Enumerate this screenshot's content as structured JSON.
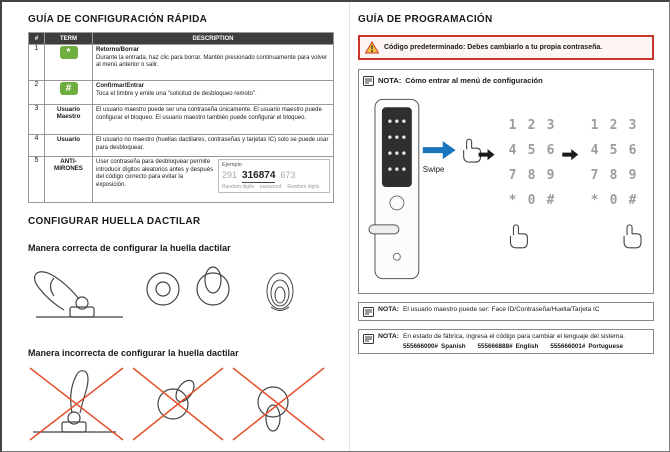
{
  "colors": {
    "key_green": "#6fae3e",
    "swipe_blue": "#1b75bc",
    "warning_red": "#c9342b",
    "incorrect_red": "#e2522e"
  },
  "left": {
    "title": "GUÍA DE CONFIGURACIÓN RÁPIDA",
    "table": {
      "headers": {
        "num": "#",
        "term": "TERM",
        "desc": "DESCRIPTION"
      },
      "rows": [
        {
          "num": "1",
          "key": "*",
          "title": "Retorno/Borrar",
          "desc": "Durante la entrada, haz clic para borrar. Mantén presionado continuamente para volver al menú anterior o salir."
        },
        {
          "num": "2",
          "key": "#",
          "title": "Confirmar/Entrar",
          "desc": "Toca el timbre y emite una \"solicitud de desbloqueo remoto\"."
        },
        {
          "num": "3",
          "term": "Usuario Maestro",
          "desc": "El usuario maestro puede ser una contraseña únicamente. El usuario maestro puede configurar el bloqueo. El usuario maestro también puede configurar el bloqueo."
        },
        {
          "num": "4",
          "term": "Usuario",
          "desc": "El usuario no maestro (huellas dactilares, contraseñas y tarjetas IC) solo se puede usar para desbloquear."
        },
        {
          "num": "5",
          "term": "ANTI-MIRONES",
          "desc": "User contraseña para desbloquear permite introducir dígitos aleatorios antes y después del código correcto para evitar la exposición.",
          "example": {
            "label": "Ejemplo",
            "prefix": "291",
            "password": "316874",
            "suffix": "673",
            "prefix_label": "Random digits",
            "password_label": "password",
            "suffix_label": "Random digits"
          }
        }
      ]
    },
    "fingerprint": {
      "section_title": "CONFIGURAR HUELLA DACTILAR",
      "correct_title": "Manera correcta de configurar la huella dactilar",
      "incorrect_title": "Manera incorrecta de configurar la huella dactilar"
    }
  },
  "right": {
    "title": "GUÍA DE PROGRAMACIÓN",
    "warning": {
      "text": "Código predeterminado: Debes cambiarlo a tu propia contraseña."
    },
    "note1": {
      "label": "NOTA:",
      "text": "Cómo entrar al menú de configuración",
      "swipe_label": "Swipe"
    },
    "keypad": {
      "keys": [
        "1",
        "2",
        "3",
        "4",
        "5",
        "6",
        "7",
        "8",
        "9",
        "*",
        "0",
        "#"
      ]
    },
    "note2": {
      "label": "NOTA:",
      "text": "El usuario maestro puede ser: Face ID/Contraseña/Huella/Tarjeta IC"
    },
    "note3": {
      "label": "NOTA:",
      "text": "En estado de fábrica, ingresa el código para cambiar el lenguaje del sistema.",
      "codes": [
        {
          "code": "555666000#",
          "lang": "Spanish"
        },
        {
          "code": "555666888#",
          "lang": "English"
        },
        {
          "code": "555666001#",
          "lang": "Portuguese"
        }
      ]
    }
  }
}
